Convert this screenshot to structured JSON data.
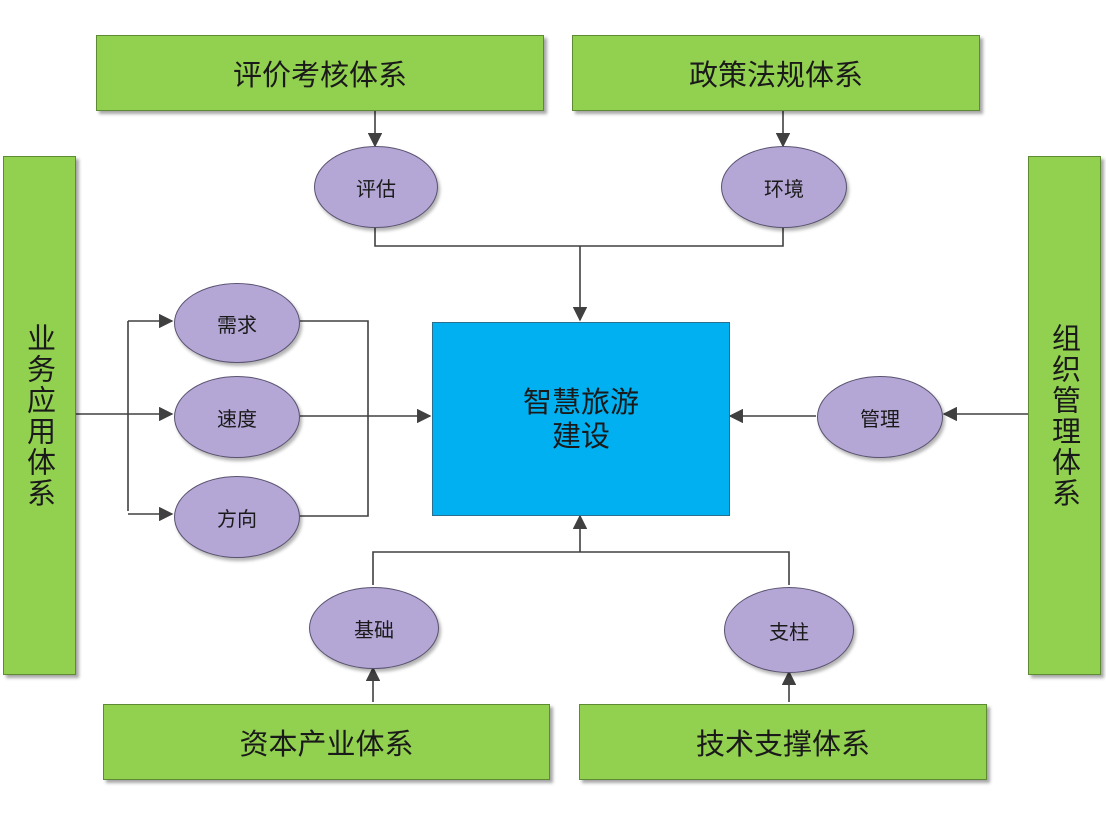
{
  "center": {
    "line1": "智慧旅游",
    "line2": "建设"
  },
  "boxes": {
    "evaluation_system": "评价考核体系",
    "policy_system": "政策法规体系",
    "business_system": "业务应用体系",
    "organization_system": "组织管理体系",
    "capital_system": "资本产业体系",
    "tech_system": "技术支撑体系"
  },
  "nodes": {
    "assess": "评估",
    "environment": "环境",
    "demand": "需求",
    "speed": "速度",
    "direction": "方向",
    "management": "管理",
    "foundation": "基础",
    "pillar": "支柱"
  },
  "colors": {
    "box_fill": "#92d050",
    "node_fill": "#b4a7d6",
    "center_fill": "#00b0f0",
    "line": "#404040"
  }
}
